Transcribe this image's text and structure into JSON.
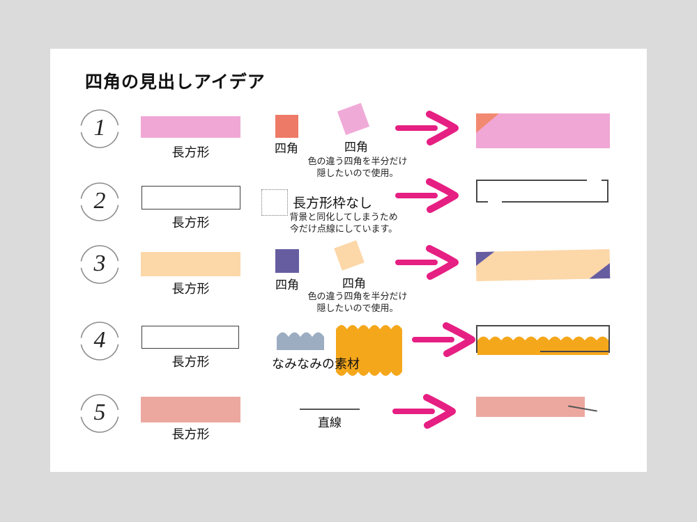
{
  "page": {
    "title": "四角の見出しアイデア"
  },
  "colors": {
    "background": "#dbdbdb",
    "card": "#ffffff",
    "pink": "#f0a7d5",
    "salmon_square": "#ed7a66",
    "salmon_triangle": "#f28a72",
    "peach": "#fcd7a8",
    "purple": "#665da1",
    "blue_gray": "#9cadc2",
    "orange": "#f5a71b",
    "salmon_bar": "#eca89f",
    "arrow_magenta": "#e61f82",
    "border_dark": "#474747",
    "circle_gray": "#8c8c8c"
  },
  "icons": {
    "arrow": "arrow-right-icon",
    "number_circle": "circle-outline-icon"
  },
  "rows": [
    {
      "num": "1",
      "rect_label": "長方形",
      "sq1_label": "四角",
      "sq2_label": "四角",
      "caption1": "色の違う四角を半分だけ",
      "caption2": "隠したいので使用。"
    },
    {
      "num": "2",
      "rect_label": "長方形",
      "noframe_label": "長方形枠なし",
      "caption1": "背景と同化してしまうため",
      "caption2": "今だけ点線にしています。"
    },
    {
      "num": "3",
      "rect_label": "長方形",
      "sq1_label": "四角",
      "sq2_label": "四角",
      "caption1": "色の違う四角を半分だけ",
      "caption2": "隠したいので使用。"
    },
    {
      "num": "4",
      "rect_label": "長方形",
      "wave_label": "なみなみの素材"
    },
    {
      "num": "5",
      "rect_label": "長方形",
      "line_label": "直線"
    }
  ]
}
